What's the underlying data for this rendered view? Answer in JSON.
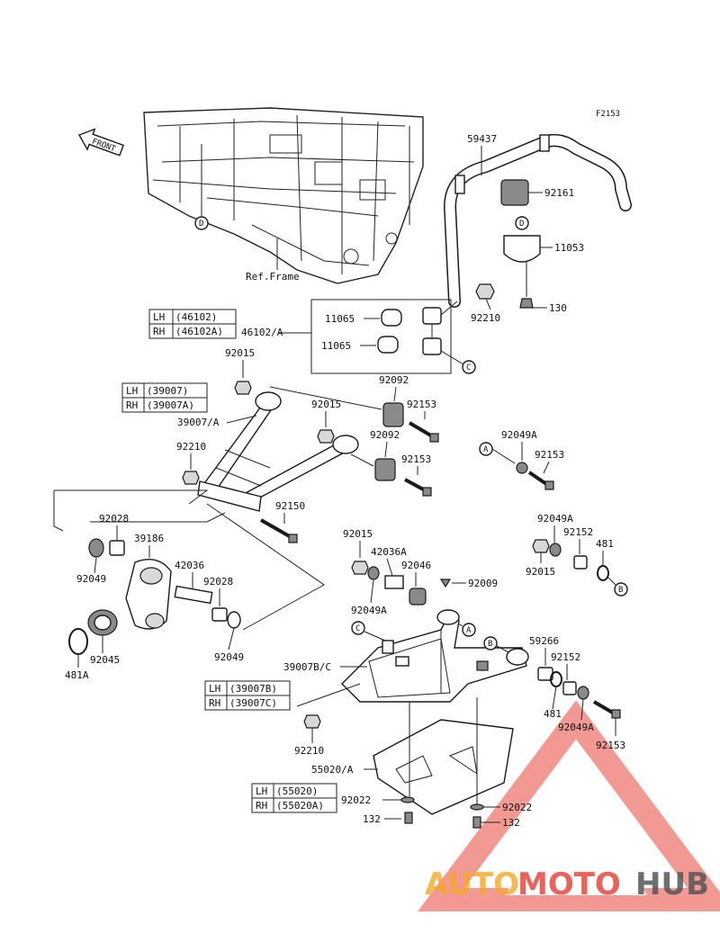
{
  "figure_code": "F2153",
  "front_label": "FRONT",
  "frame_label": "Ref.Frame",
  "callouts": [
    {
      "id": "p59437",
      "text": "59437"
    },
    {
      "id": "p92161",
      "text": "92161"
    },
    {
      "id": "p11053",
      "text": "11053"
    },
    {
      "id": "p130",
      "text": "130"
    },
    {
      "id": "p92210a",
      "text": "92210"
    },
    {
      "id": "p11065a",
      "text": "11065"
    },
    {
      "id": "p11065b",
      "text": "11065"
    },
    {
      "id": "p46102A",
      "text": "46102/A"
    },
    {
      "id": "p92015a",
      "text": "92015"
    },
    {
      "id": "p92092a",
      "text": "92092"
    },
    {
      "id": "p92015b",
      "text": "92015"
    },
    {
      "id": "p92153a",
      "text": "92153"
    },
    {
      "id": "p39007A",
      "text": "39007/A"
    },
    {
      "id": "p92210b",
      "text": "92210"
    },
    {
      "id": "p92092b",
      "text": "92092"
    },
    {
      "id": "p92153b",
      "text": "92153"
    },
    {
      "id": "p92049Aa",
      "text": "92049A"
    },
    {
      "id": "p92153c",
      "text": "92153"
    },
    {
      "id": "p92150",
      "text": "92150"
    },
    {
      "id": "p92028a",
      "text": "92028"
    },
    {
      "id": "p39186",
      "text": "39186"
    },
    {
      "id": "p92049a",
      "text": "92049"
    },
    {
      "id": "p42036",
      "text": "42036"
    },
    {
      "id": "p92028b",
      "text": "92028"
    },
    {
      "id": "p92045",
      "text": "92045"
    },
    {
      "id": "p481A",
      "text": "481A"
    },
    {
      "id": "p92049b",
      "text": "92049"
    },
    {
      "id": "p92015c",
      "text": "92015"
    },
    {
      "id": "p42036A",
      "text": "42036A"
    },
    {
      "id": "p92046",
      "text": "92046"
    },
    {
      "id": "p92009",
      "text": "92009"
    },
    {
      "id": "p92049Ab",
      "text": "92049A"
    },
    {
      "id": "p92049Ac",
      "text": "92049A"
    },
    {
      "id": "p92152a",
      "text": "92152"
    },
    {
      "id": "p481",
      "text": "481"
    },
    {
      "id": "p92015d",
      "text": "92015"
    },
    {
      "id": "p59266",
      "text": "59266"
    },
    {
      "id": "p92152b",
      "text": "92152"
    },
    {
      "id": "p39007BC",
      "text": "39007B/C"
    },
    {
      "id": "p481b",
      "text": "481"
    },
    {
      "id": "p92049Ad",
      "text": "92049A"
    },
    {
      "id": "p92153d",
      "text": "92153"
    },
    {
      "id": "p92210c",
      "text": "92210"
    },
    {
      "id": "p55020A",
      "text": "55020/A"
    },
    {
      "id": "p92022a",
      "text": "92022"
    },
    {
      "id": "p92022b",
      "text": "92022"
    },
    {
      "id": "p132a",
      "text": "132"
    },
    {
      "id": "p132b",
      "text": "132"
    }
  ],
  "tables": [
    {
      "id": "t46102",
      "rows": [
        [
          "LH",
          "(46102)"
        ],
        [
          "RH",
          "(46102A)"
        ]
      ]
    },
    {
      "id": "t39007",
      "rows": [
        [
          "LH",
          "(39007)"
        ],
        [
          "RH",
          "(39007A)"
        ]
      ]
    },
    {
      "id": "t39007B",
      "rows": [
        [
          "LH",
          "(39007B)"
        ],
        [
          "RH",
          "(39007C)"
        ]
      ]
    },
    {
      "id": "t55020",
      "rows": [
        [
          "LH",
          "(55020)"
        ],
        [
          "RH",
          "(55020A)"
        ]
      ]
    }
  ],
  "ref_markers": {
    "A": "A",
    "B": "B",
    "C": "C",
    "D": "D"
  },
  "watermark": {
    "part1": "AUTO",
    "part2": "MOTO",
    "part3": "HUB",
    "color1": "#f5a623",
    "color2": "#e8463c",
    "color3": "#555555"
  }
}
